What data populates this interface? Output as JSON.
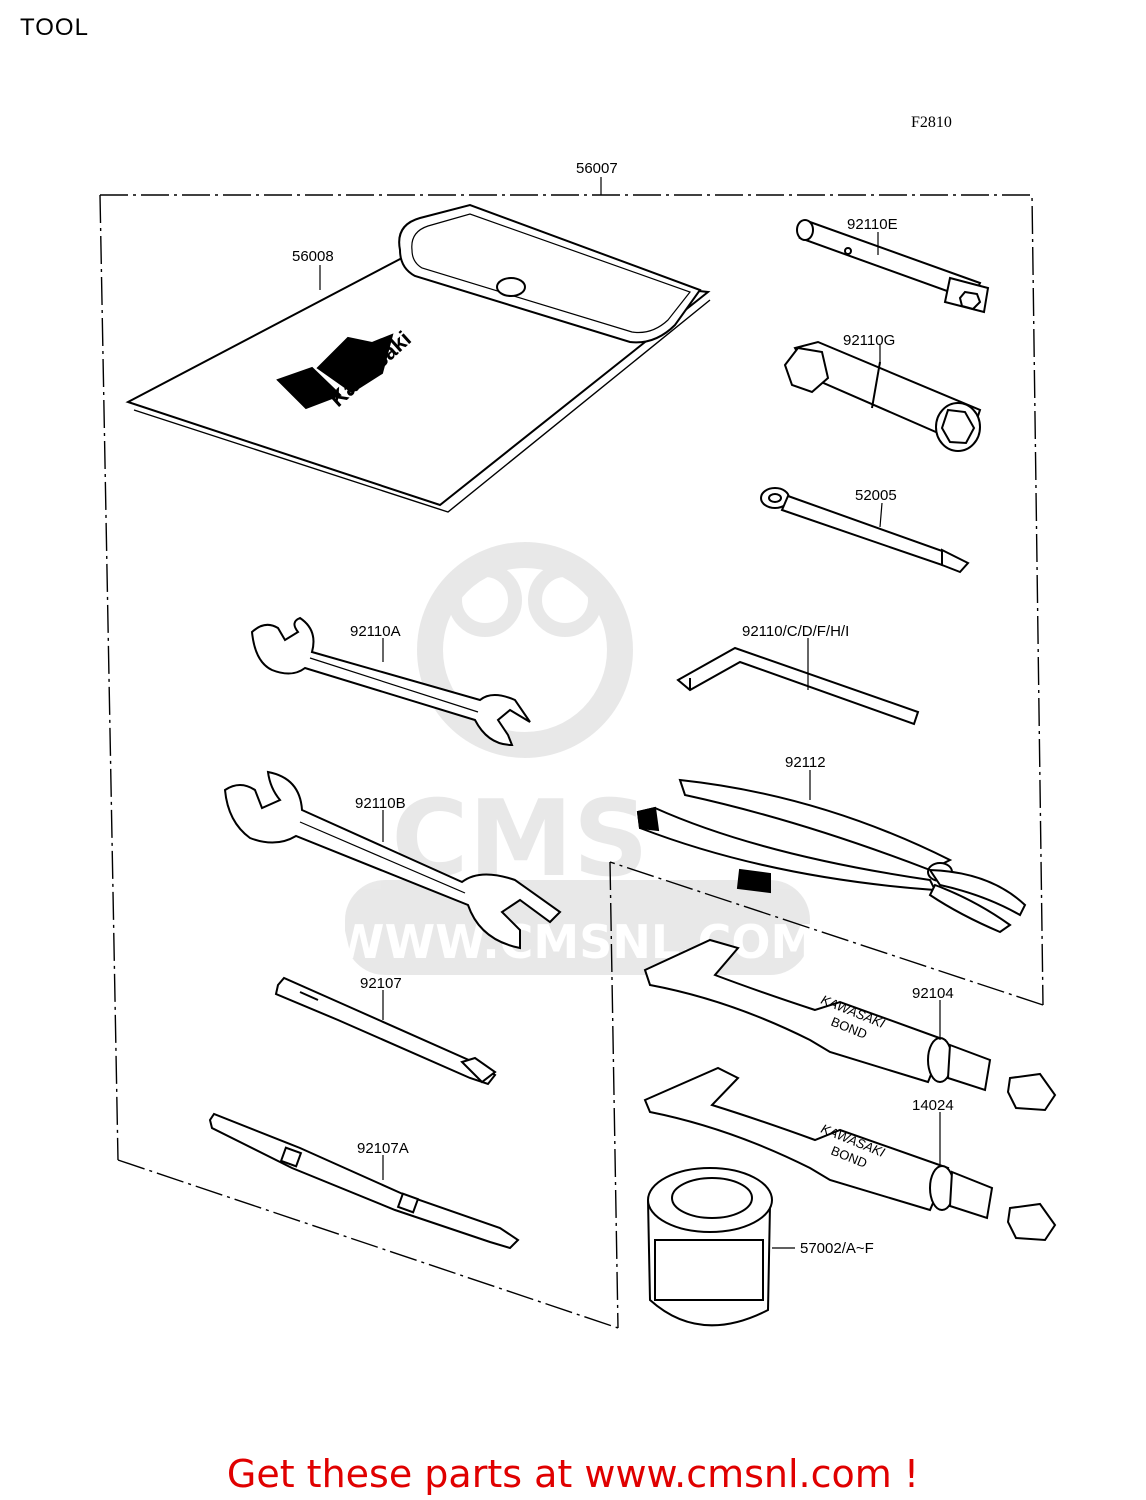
{
  "header": {
    "title": "TOOL",
    "figure_code": "F2810"
  },
  "parts": {
    "kit": "56007",
    "pouch": "56008",
    "pouch_brand": "Kawasaki",
    "box_wrench_e": "92110E",
    "box_wrench_g": "92110G",
    "handle": "52005",
    "wrench_a": "92110A",
    "hex_keys": "92110/C/D/F/H/I",
    "wrench_b": "92110B",
    "pliers": "92112",
    "screwdriver": "92107",
    "screwdriver_a": "92107A",
    "bond_1": "92104",
    "bond_2": "14024",
    "tube_text_1": "KAWASAKI",
    "tube_text_2": "BOND",
    "grease_can": "57002/A~F"
  },
  "watermark": {
    "brand": "CMS",
    "url": "WWW.CMSNL.COM"
  },
  "footer": {
    "link_text": "Get these parts at www.cmsnl.com !",
    "link_color": "#e00000"
  }
}
